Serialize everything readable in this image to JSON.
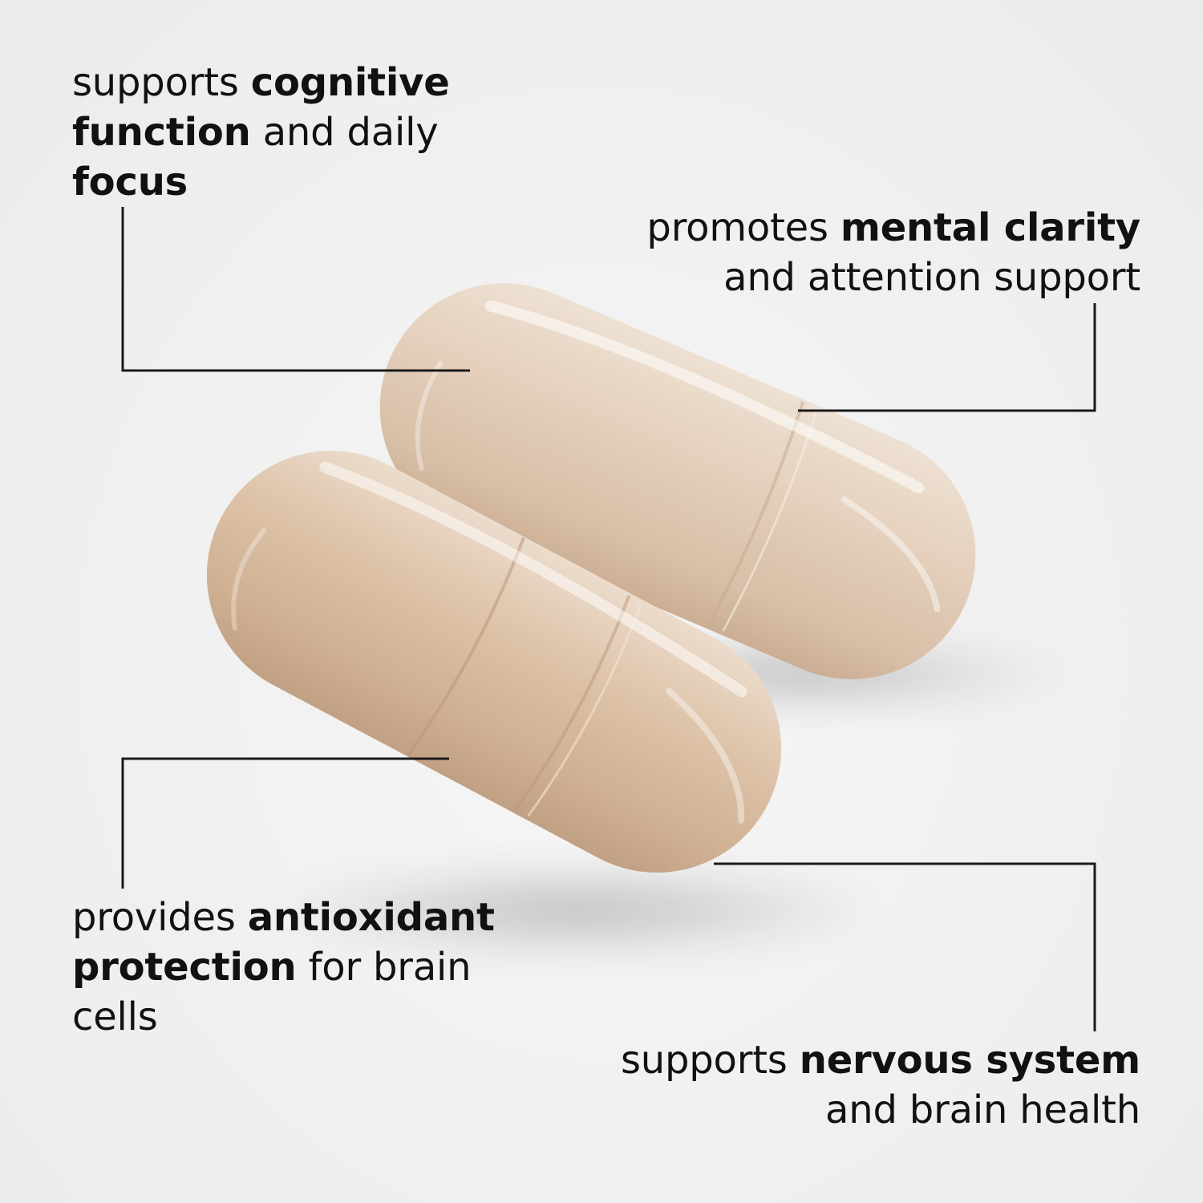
{
  "callouts": [
    {
      "line1_a": "supports ",
      "line1_b": "cognitive",
      "line2_a": "function",
      "line2_b": " and daily",
      "line3_a": "focus"
    },
    {
      "line1_a": "promotes ",
      "line1_b": "mental clarity",
      "line2_a": "and attention support"
    },
    {
      "line1_a": "provides ",
      "line1_b": "antioxidant",
      "line2_a": "protection",
      "line2_b": " for brain",
      "line3_a": "cells"
    },
    {
      "line1_a": "supports ",
      "line1_b": "nervous system",
      "line2_a": "and brain health"
    }
  ],
  "colors": {
    "background": "#efefef",
    "text": "#111111",
    "leader_line": "#1a1a1a",
    "capsule": "#e2c9b2",
    "capsule_shadow": "#c4a68c",
    "capsule_highlight": "#fbf3ea"
  }
}
